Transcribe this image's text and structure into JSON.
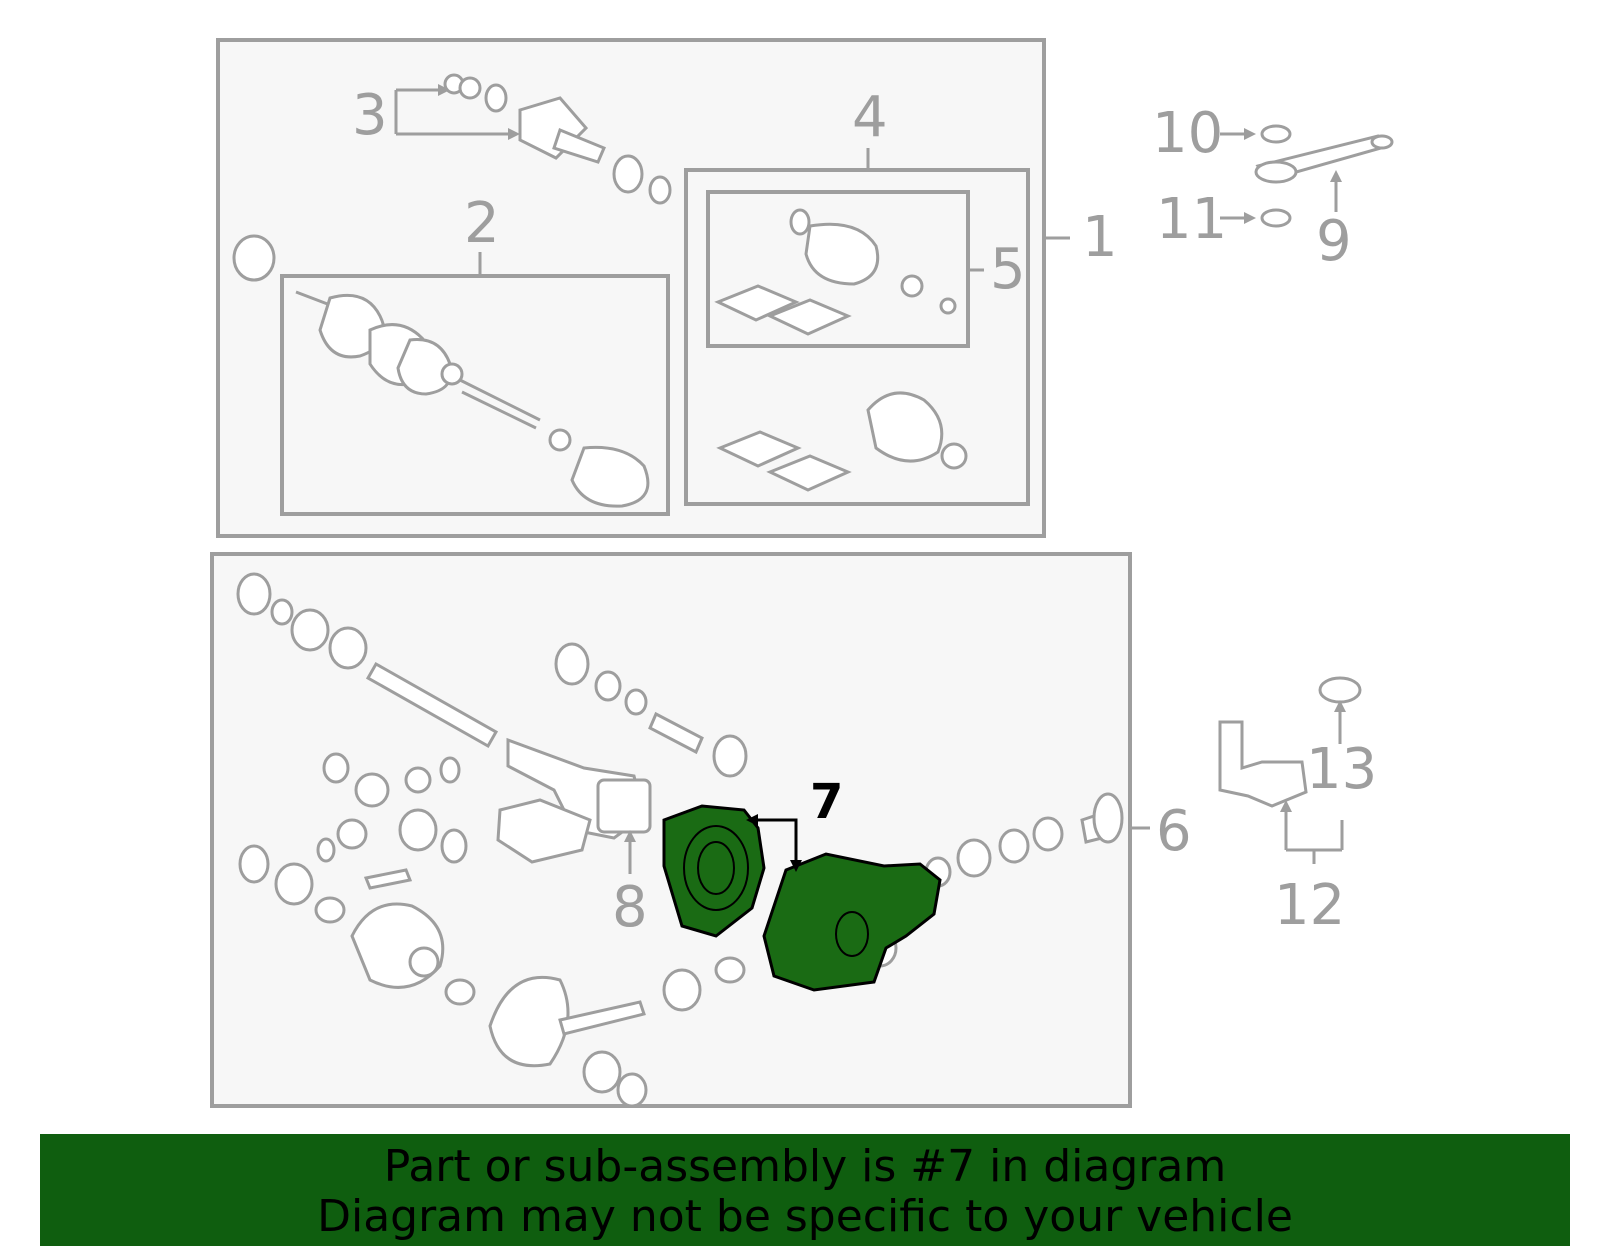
{
  "callouts": {
    "c1": "1",
    "c2": "2",
    "c3": "3",
    "c4": "4",
    "c5": "5",
    "c6": "6",
    "c7": "7",
    "c8": "8",
    "c9": "9",
    "c10": "10",
    "c11": "11",
    "c12": "12",
    "c13": "13"
  },
  "banner": {
    "line1": "Part or sub-assembly is #7 in diagram",
    "line2": "Diagram may not be specific to your vehicle"
  },
  "colors": {
    "highlight": "#1a6b14",
    "banner": "#0f5e0f",
    "line": "#9e9e9e",
    "box_fill": "#f7f7f7"
  }
}
